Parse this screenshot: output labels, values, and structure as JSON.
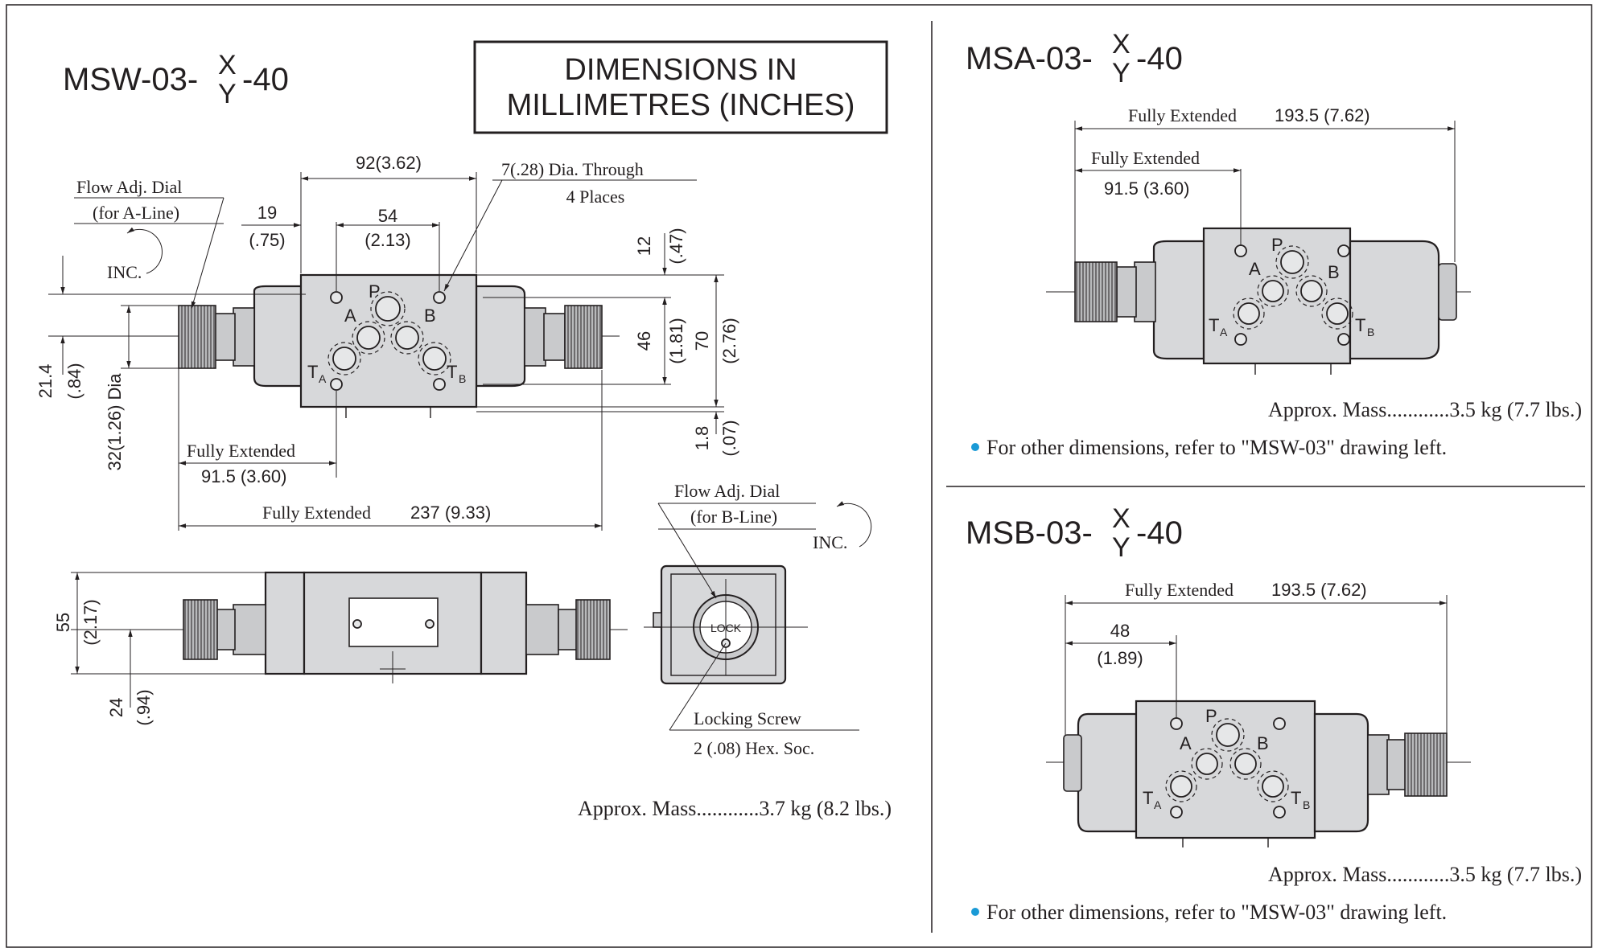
{
  "main": {
    "title": {
      "prefix": "MSW-03-",
      "top": "X",
      "bottom": "Y",
      "suffix": "-40"
    },
    "units_box": {
      "line1": "DIMENSIONS IN",
      "line2": "MILLIMETRES (INCHES)"
    },
    "dims": {
      "d92": "92(3.62)",
      "d7": "7(.28) Dia. Through",
      "d7b": "4 Places",
      "d19a": "19",
      "d19b": "(.75)",
      "d54a": "54",
      "d54b": "(2.13)",
      "d12a": "12",
      "d12b": "(.47)",
      "d46a": "46",
      "d46b": "(1.81)",
      "d70a": "70",
      "d70b": "(2.76)",
      "d18a": "1.8",
      "d18b": "(.07)",
      "d214a": "21.4",
      "d214b": "(.84)",
      "d32": "32(1.26) Dia",
      "fe_label": "Fully Extended",
      "fe_val": "91.5 (3.60)",
      "fe237_label": "Fully Extended",
      "fe237_val": "237 (9.33)",
      "d55a": "55",
      "d55b": "(2.17)",
      "d24a": "24",
      "d24b": "(.94)"
    },
    "callouts": {
      "flow_a1": "Flow Adj. Dial",
      "flow_a2": "(for A-Line)",
      "inc": "INC.",
      "flow_b1": "Flow Adj. Dial",
      "flow_b2": "(for B-Line)",
      "inc2": "INC.",
      "lock1": "Locking Screw",
      "lock2": "2 (.08) Hex. Soc.",
      "lock_text": "LOCK"
    },
    "ports": {
      "P": "P",
      "A": "A",
      "B": "B",
      "T": "T",
      "A_sub": "A",
      "B_sub": "B"
    },
    "mass": "Approx. Mass............3.7 kg (8.2 lbs.)"
  },
  "msa": {
    "title": {
      "prefix": "MSA-03-",
      "top": "X",
      "bottom": "Y",
      "suffix": "-40"
    },
    "fe_label": "Fully Extended",
    "fe_val": "193.5 (7.62)",
    "fe2_label": "Fully Extended",
    "fe2_val": "91.5 (3.60)",
    "mass": "Approx. Mass............3.5 kg (7.7 lbs.)",
    "note": "For other dimensions, refer to \"MSW-03\" drawing left."
  },
  "msb": {
    "title": {
      "prefix": "MSB-03-",
      "top": "X",
      "bottom": "Y",
      "suffix": "-40"
    },
    "fe_label": "Fully Extended",
    "fe_val": "193.5 (7.62)",
    "d48a": "48",
    "d48b": "(1.89)",
    "mass": "Approx. Mass............3.5 kg (7.7 lbs.)",
    "note": "For other dimensions, refer to \"MSW-03\" drawing left."
  },
  "colors": {
    "line": "#231f20",
    "body_fill": "#d7d8da",
    "bullet": "#1a9ad6"
  }
}
